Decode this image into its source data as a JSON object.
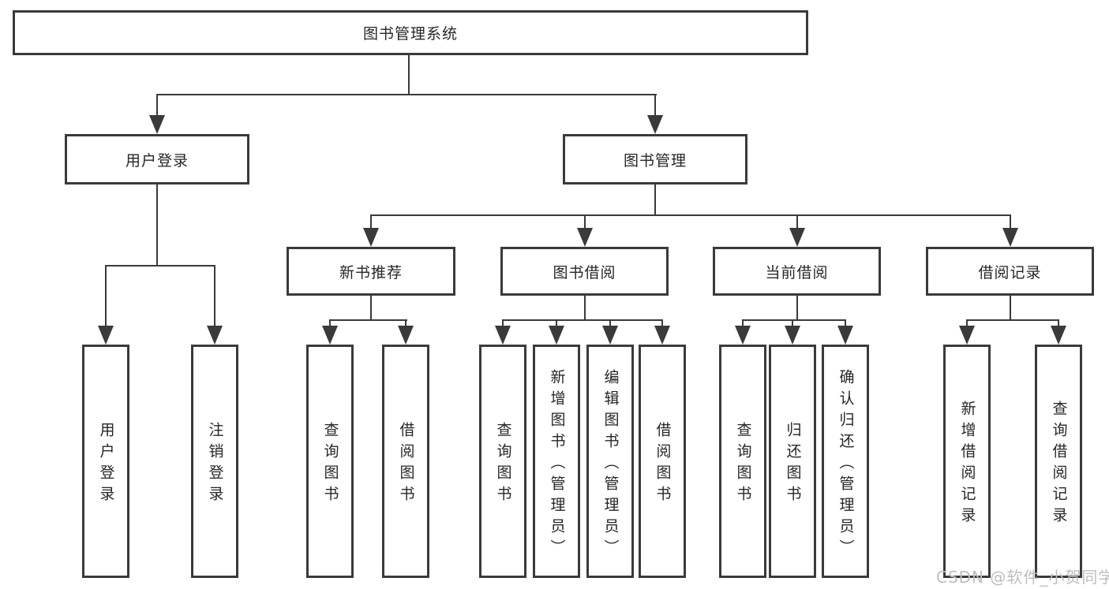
{
  "tree": {
    "root": {
      "label": "图书管理系统",
      "children": [
        {
          "label": "用户登录",
          "children": [
            {
              "label": "用户登录"
            },
            {
              "label": "注销登录"
            }
          ]
        },
        {
          "label": "图书管理",
          "children": [
            {
              "label": "新书推荐",
              "children": [
                {
                  "label": "查询图书"
                },
                {
                  "label": "借阅图书"
                }
              ]
            },
            {
              "label": "图书借阅",
              "children": [
                {
                  "label": "查询图书"
                },
                {
                  "label": "新增图书（管理员）"
                },
                {
                  "label": "编辑图书（管理员）"
                },
                {
                  "label": "借阅图书"
                }
              ]
            },
            {
              "label": "当前借阅",
              "children": [
                {
                  "label": "查询图书"
                },
                {
                  "label": "归还图书"
                },
                {
                  "label": "确认归还（管理员）"
                }
              ]
            },
            {
              "label": "借阅记录",
              "children": [
                {
                  "label": "新增借阅记录"
                },
                {
                  "label": "查询借阅记录"
                }
              ]
            }
          ]
        }
      ]
    }
  },
  "watermark": {
    "text": "CSDN @软件_小贺同学"
  },
  "colors": {
    "line": "#3a3a3a",
    "text": "#262626",
    "watermark": "#bdbdbd",
    "background": "#ffffff"
  }
}
